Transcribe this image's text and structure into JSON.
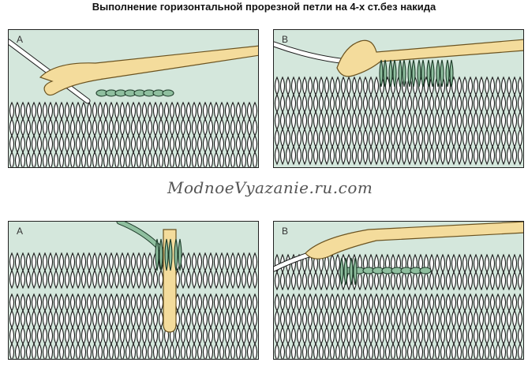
{
  "title": "Выполнение горизонтальной прорезной петли на 4-х ст.без накида",
  "watermark": "ModnoeVyazanie.ru.com",
  "panels": [
    {
      "label": "A"
    },
    {
      "label": "B"
    },
    {
      "label": "A"
    },
    {
      "label": "B"
    }
  ],
  "colors": {
    "background": "#d4e7dc",
    "yarn_green": "#8fbf9f",
    "hook": "#f4dc9c",
    "outline": "#1a1a1a"
  }
}
